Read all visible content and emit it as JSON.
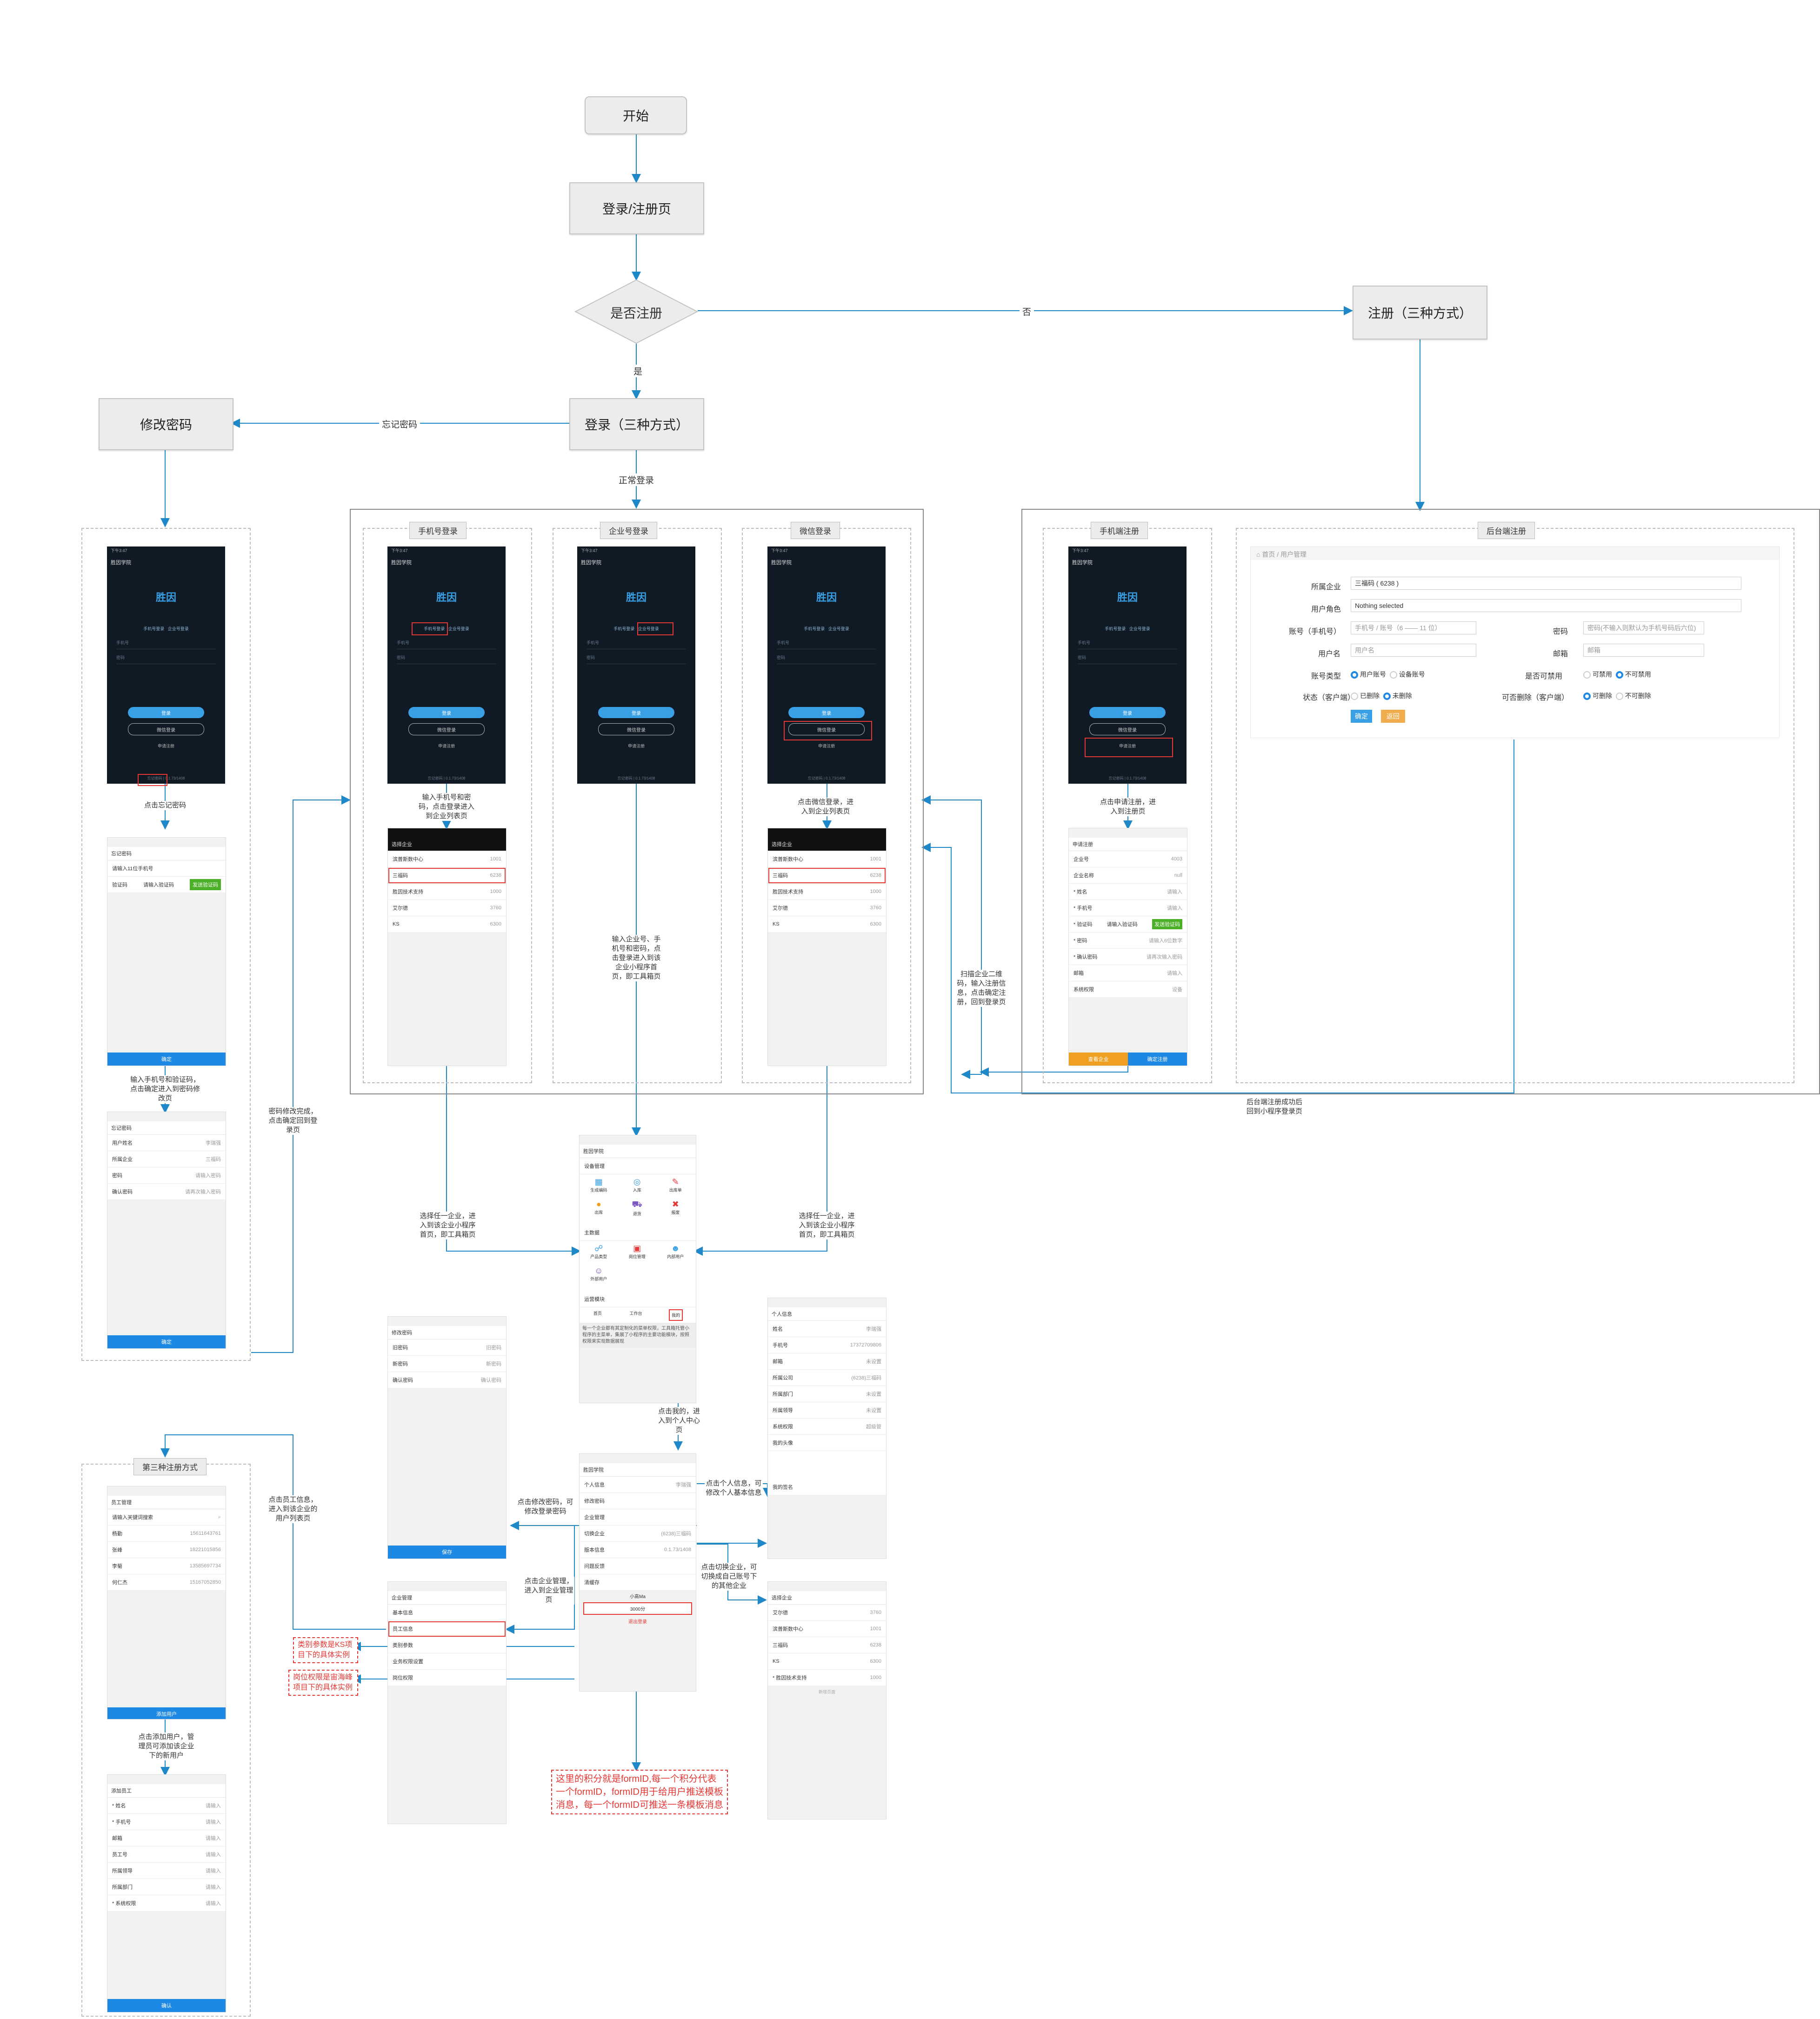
{
  "flow": {
    "start": "开始",
    "login_register_page": "登录/注册页",
    "is_registered": "是否注册",
    "register_three": "注册（三种方式）",
    "login_three": "登录（三种方式）",
    "change_password": "修改密码",
    "edge_no": "否",
    "edge_yes": "是",
    "edge_forgot": "忘记密码",
    "edge_normal_login": "正常登录"
  },
  "sections": {
    "phone_login": "手机号登录",
    "enterprise_login": "企业号登录",
    "wechat_login": "微信登录",
    "phone_register": "手机端注册",
    "backend_register": "后台端注册",
    "third_register": "第三种注册方式"
  },
  "login_screen": {
    "status": "下午3:47",
    "app_title": "胜因学院",
    "logo": "胜因",
    "logo_sub": "学院",
    "tab_phone": "手机号登录",
    "tab_enterprise": "企业号登录",
    "field_phone": "手机号",
    "field_password": "密码",
    "btn_login": "登录",
    "btn_wechat": "微信登录",
    "link_register": "申请注册",
    "footer": "忘记密码 | 0.1.73/1408"
  },
  "select_company": {
    "title": "选择企业",
    "rows": [
      {
        "name": "滨普斯数中心",
        "id": "1001"
      },
      {
        "name": "三福码",
        "id": "6238"
      },
      {
        "name": "胜因技术支持",
        "id": "1000"
      },
      {
        "name": "艾尔德",
        "id": "3760"
      },
      {
        "name": "KS",
        "id": "6300"
      }
    ]
  },
  "forgot": {
    "title": "忘记密码",
    "phone_placeholder": "请输入11位手机号",
    "code_label": "验证码",
    "code_placeholder": "请输入验证码",
    "send_code": "发送验证码",
    "confirm": "确定",
    "user_name": "用户姓名",
    "user_name_val": "李瑞强",
    "company": "所属企业",
    "company_val": "三福码",
    "password": "密码",
    "password_ph": "请输入密码",
    "confirm_pw": "确认密码",
    "confirm_pw_ph": "请再次输入密码"
  },
  "register_phone": {
    "title": "申请注册",
    "rows": [
      {
        "k": "企业号",
        "v": "4003"
      },
      {
        "k": "企业名称",
        "v": "null"
      },
      {
        "k": "* 姓名",
        "v": "请输入"
      },
      {
        "k": "* 手机号",
        "v": "请输入"
      },
      {
        "k": "* 验证码",
        "v": "请输入验证码"
      },
      {
        "k": "* 密码",
        "v": "请输入6位数字"
      },
      {
        "k": "* 确认密码",
        "v": "请再次输入密码"
      },
      {
        "k": "邮箱",
        "v": "请输入"
      },
      {
        "k": "系统权限",
        "v": "设备"
      }
    ],
    "send_code": "发送验证码",
    "btn_scan": "查看企业",
    "btn_confirm": "确定注册"
  },
  "backend_form": {
    "breadcrumb_home": "首页",
    "breadcrumb_page": "用户管理",
    "company_label": "所属企业",
    "company_val": "三福码 ( 6238 )",
    "role_label": "用户角色",
    "role_val": "Nothing selected",
    "account_label": "账号（手机号）",
    "account_ph": "手机号 / 账号（6 —— 11 位）",
    "pw_label": "密码",
    "pw_ph": "密码(不输入则默认为手机号码后六位)",
    "username_label": "用户名",
    "username_ph": "用户名",
    "email_label": "邮箱",
    "email_ph": "邮箱",
    "type_label": "账号类型",
    "type_opt1": "用户账号",
    "type_opt2": "设备账号",
    "disable_label": "是否可禁用",
    "disable_opt1": "可禁用",
    "disable_opt2": "不可禁用",
    "state_label": "状态（客户端）",
    "state_opt1": "已删除",
    "state_opt2": "未删除",
    "delete_label": "可否删除（客户端）",
    "delete_opt1": "可删除",
    "delete_opt2": "不可删除",
    "btn_ok": "确定",
    "btn_back": "返回"
  },
  "home_screen": {
    "title": "胜因学院",
    "section1": "设备管理",
    "icons1": [
      "生成编码",
      "入库",
      "出库单",
      "出库",
      "退货",
      "报废"
    ],
    "section2": "主数据",
    "icons2": [
      "产品类型",
      "岗位管理",
      "内部用户"
    ],
    "icon_extra": "外部用户",
    "section3": "运营模块",
    "tabs": [
      "首页",
      "工作台",
      "我的"
    ]
  },
  "mine_screen": {
    "title": "胜因学院",
    "rows": [
      {
        "k": "个人信息",
        "v": "李瑞强"
      },
      {
        "k": "修改密码",
        "v": ""
      },
      {
        "k": "企业管理",
        "v": ""
      },
      {
        "k": "切换企业",
        "v": "(6238)三福码"
      },
      {
        "k": "版本信息",
        "v": "0.1.73/1408"
      },
      {
        "k": "问题反馈",
        "v": ""
      },
      {
        "k": "清缓存",
        "v": ""
      }
    ],
    "user": "小高Ma",
    "points": "3000分",
    "logout": "退出登录"
  },
  "personal_info": {
    "title": "个人信息",
    "rows": [
      {
        "k": "姓名",
        "v": "李瑞强"
      },
      {
        "k": "手机号",
        "v": "17372709806"
      },
      {
        "k": "邮箱",
        "v": "未设置"
      },
      {
        "k": "所属公司",
        "v": "(6238)三福码"
      },
      {
        "k": "所属部门",
        "v": "未设置"
      },
      {
        "k": "所属领导",
        "v": "未设置"
      },
      {
        "k": "系统权限",
        "v": "超级管"
      },
      {
        "k": "我的头像",
        "v": ""
      },
      {
        "k": "我的签名",
        "v": ""
      }
    ]
  },
  "change_pw_screen": {
    "title": "修改密码",
    "rows": [
      {
        "k": "旧密码",
        "v": "旧密码"
      },
      {
        "k": "新密码",
        "v": "新密码"
      },
      {
        "k": "确认密码",
        "v": "确认密码"
      }
    ],
    "save": "保存"
  },
  "enterprise_mgmt": {
    "title": "企业管理",
    "rows": [
      "基本信息",
      "员工信息",
      "类别参数",
      "业务权限设置",
      "岗位权限"
    ]
  },
  "switch_company": {
    "title": "选择企业",
    "rows": [
      {
        "name": "艾尔德",
        "id": "3760"
      },
      {
        "name": "滨普斯数中心",
        "id": "1001"
      },
      {
        "name": "三福码",
        "id": "6238"
      },
      {
        "name": "KS",
        "id": "6300"
      },
      {
        "name": "* 胜因技术支持",
        "id": "1000"
      }
    ],
    "footer": "新增页面"
  },
  "staff_list": {
    "title": "员工管理",
    "search_ph": "请输入关键词搜索",
    "rows": [
      {
        "k": "杨勤",
        "v": "15611643761"
      },
      {
        "k": "张峰",
        "v": "18221015856"
      },
      {
        "k": "李菊",
        "v": "13585697734"
      },
      {
        "k": "何仁杰",
        "v": "15167052850"
      }
    ],
    "add_btn": "添加用户"
  },
  "add_staff": {
    "title": "添加员工",
    "rows": [
      "* 姓名",
      "* 手机号",
      "邮箱",
      "员工号",
      "所属领导",
      "所属部门",
      "* 系统权限"
    ],
    "ph": "请输入",
    "btn": "确认"
  },
  "notes": {
    "forgot_click": "点击忘记密码",
    "forgot_verify": "输入手机号和验证码，点击确定进入到密码修改页",
    "forgot_done": "密码修改完成，点击确定回到登录页",
    "phone_login": "输入手机号和密码，点击登录进入到企业列表页",
    "ent_login": "输入企业号、手机号和密码，点击登录进入到该企业小程序首页，即工具箱页",
    "wechat_login": "点击微信登录，进入到企业列表页",
    "select_phone": "选择任一企业，进入到该企业小程序首页，即工具箱页",
    "select_wechat": "选择任一企业，进入到该企业小程序首页，即工具箱页",
    "reg_click": "点击申请注册，进入到注册页",
    "reg_scan": "扫描企业二维码，输入注册信息，点击确定注册，回到登录页",
    "backend_done": "后台端注册成功后回到小程序登录页",
    "mine_click": "点击我的，进入到个人中心页",
    "personal_click": "点击个人信息，可修改个人基本信息",
    "change_pw_click": "点击修改密码，可修改登录密码",
    "switch_click": "点击切换企业，可切换成自己账号下的其他企业",
    "ent_mgmt_click": "点击企业管理，进入到企业管理页",
    "staff_click": "点击员工信息，进入到该企业的用户列表页",
    "add_staff_click": "点击添加用户，管理员可添加该企业下的新用户",
    "tool_desc": "每一个企业都有其定制化的菜单权限，工具箱托管小程序的主菜单，集展了小程序的主要功能模块，按照权限来实现数据展现",
    "red_category": "类别参数是KS项目下的具体实例",
    "red_post": "岗位权限是宙海峰项目下的具体实例",
    "red_points": "这里的积分就是formID,每一个积分代表一个formID，formID用于给用户推送模板消息，每一个formID可推送一条模板消息"
  }
}
